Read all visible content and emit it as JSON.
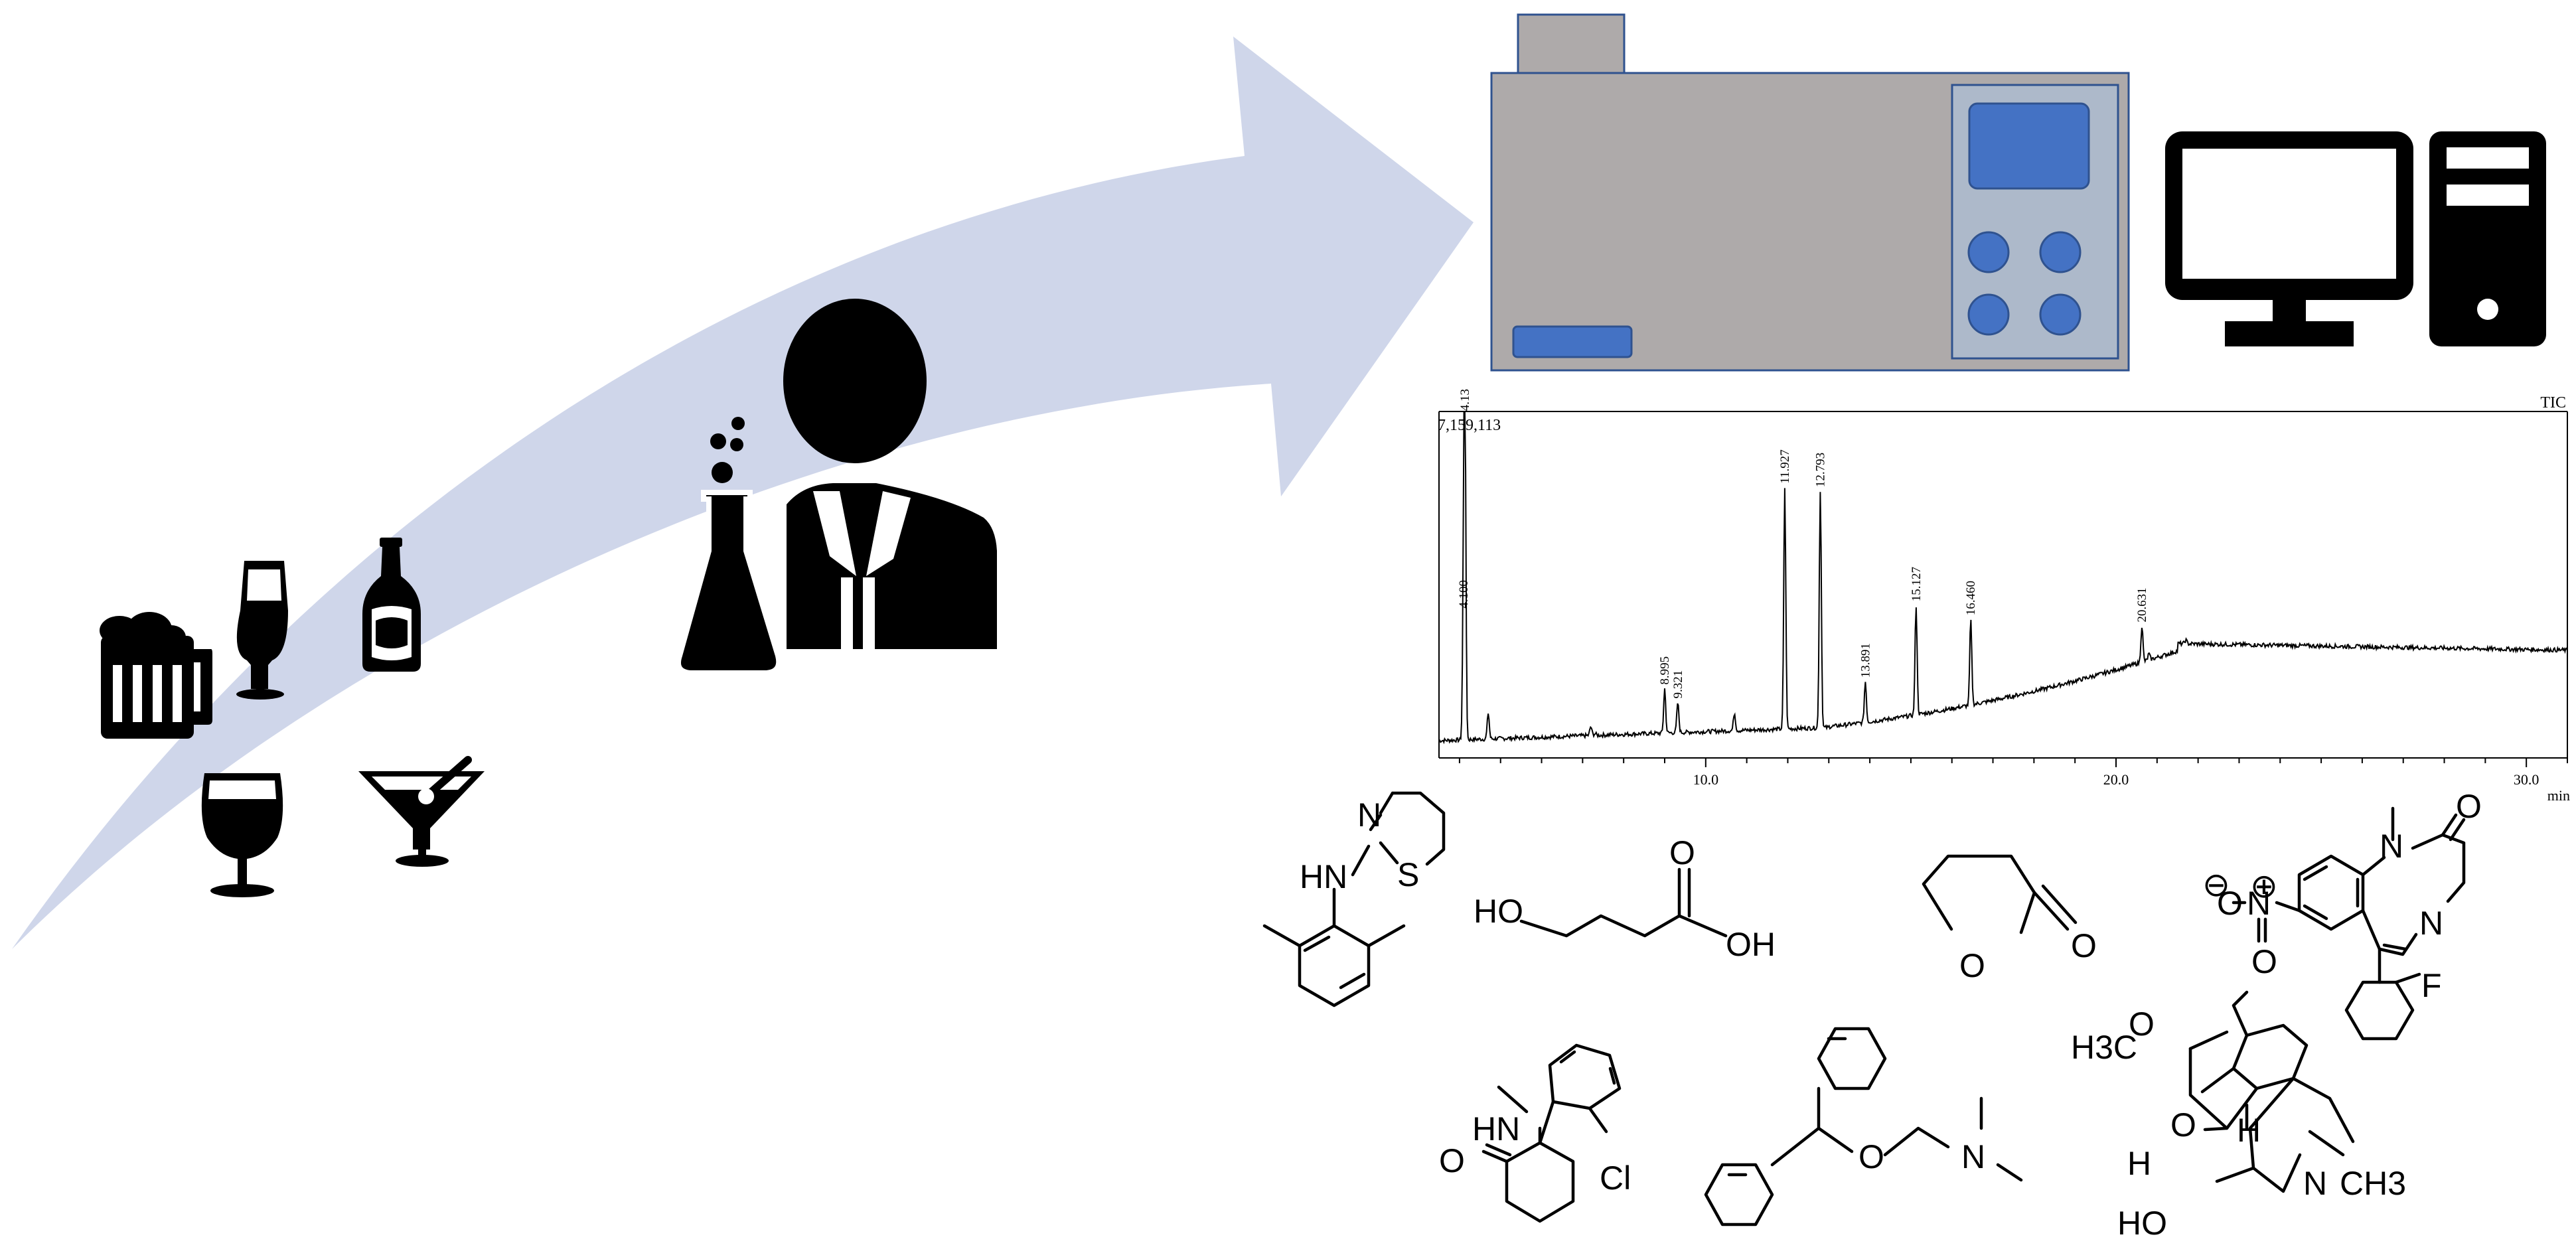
{
  "colors": {
    "arrow": "#cfd6ea",
    "instrument_body": "#aeaaaa",
    "instrument_panel": "#adb9ca",
    "instrument_accent": "#4472c4",
    "outline": "#2f528f",
    "icon": "#000000"
  },
  "icons": {
    "beverages": [
      "beer-mug-icon",
      "champagne-flute-icon",
      "bottle-icon",
      "wine-glass-icon",
      "cocktail-glass-icon"
    ],
    "analyst": "scientist-with-flask-icon",
    "instrument": "gc-ms-instrument-icon",
    "computer": [
      "monitor-icon",
      "computer-tower-icon"
    ]
  },
  "chart_data": {
    "type": "line",
    "corner_label": "TIC",
    "max_intensity_label": "7,159,113",
    "xlabel": "min",
    "xlim": [
      3.5,
      31
    ],
    "x_ticks": [
      10.0,
      20.0,
      30.0
    ],
    "x_tick_labels": [
      "10.0",
      "20.0",
      "30.0"
    ],
    "peaks": [
      {
        "rt": 4.1,
        "label": "4.100",
        "height": 0.42
      },
      {
        "rt": 4.13,
        "label": "4.13",
        "height": 0.99
      },
      {
        "rt": 9.0,
        "label": "8.995",
        "height": 0.2
      },
      {
        "rt": 9.32,
        "label": "9.321",
        "height": 0.16
      },
      {
        "rt": 11.927,
        "label": "11.927",
        "height": 0.78
      },
      {
        "rt": 12.793,
        "label": "12.793",
        "height": 0.77
      },
      {
        "rt": 13.891,
        "label": "13.891",
        "height": 0.22
      },
      {
        "rt": 15.127,
        "label": "15.127",
        "height": 0.44
      },
      {
        "rt": 16.46,
        "label": "16.460",
        "height": 0.4
      },
      {
        "rt": 20.631,
        "label": "20.631",
        "height": 0.38
      }
    ]
  },
  "molecules": {
    "xylazine": [
      "N",
      "S",
      "HN"
    ],
    "ghb": [
      "HO",
      "O",
      "OH"
    ],
    "gbl": [
      "O",
      "O"
    ],
    "flunitrazepam": [
      "N",
      "O",
      "N",
      "N",
      "O",
      "O",
      "F",
      "⊖",
      "⊕"
    ],
    "ketamine": [
      "HN",
      "O",
      "Cl"
    ],
    "diphenhydramine": [
      "O",
      "N"
    ],
    "codeine": [
      "H3C",
      "O",
      "O",
      "H",
      "H",
      "N",
      "CH3",
      "HO"
    ]
  }
}
